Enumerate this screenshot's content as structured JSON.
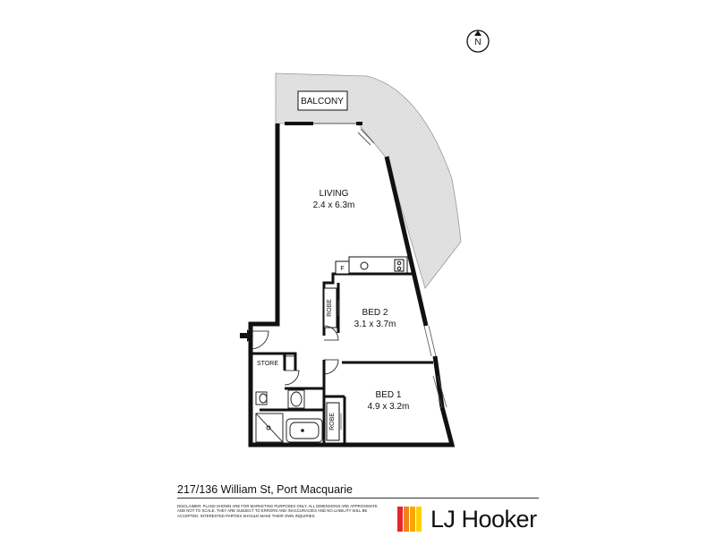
{
  "rooms": {
    "balcony": "BALCONY",
    "living": {
      "name": "LIVING",
      "dims": "2.4 x 6.3m"
    },
    "bed2": {
      "name": "BED 2",
      "dims": "3.1 x 3.7m"
    },
    "bed1": {
      "name": "BED 1",
      "dims": "4.9 x 3.2m"
    },
    "robe": "ROBE",
    "store": "STORE",
    "fridge": "F"
  },
  "compass": {
    "label": "N"
  },
  "footer": {
    "address": "217/136 William St, Port Macquarie",
    "disclaimer": "DISCLAIMER: PLANS SHOWN ARE FOR MARKETING PURPOSES ONLY. ALL DIMENSIONS ARE APPROXIMATE AND NOT TO SCALE. THEY ARE SUBJECT TO ERRORS AND INACCURACIES AND NO LIABILITY WILL BE ACCEPTED. INTERESTED PARTIES SHOULD MAKE THEIR OWN INQUIRIES.",
    "brand": "LJ Hooker"
  },
  "colors": {
    "wall": "#111111",
    "balcony_fill": "#e2e2e2",
    "brand_bars": [
      "#e8262c",
      "#f58220",
      "#f6a800",
      "#ffd100"
    ]
  }
}
